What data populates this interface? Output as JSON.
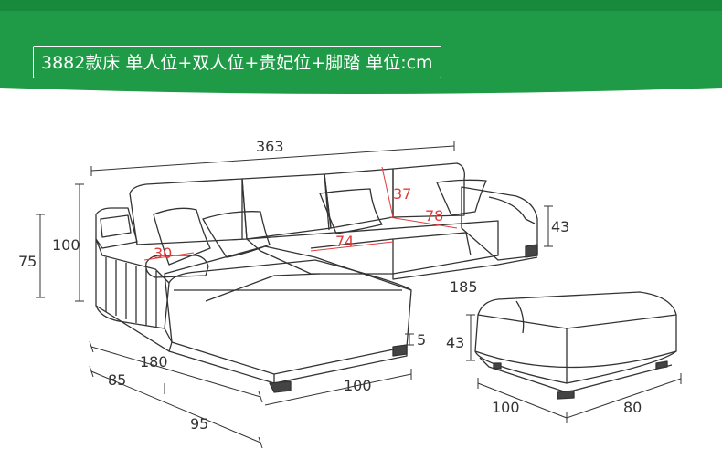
{
  "title": "3882款床 单人位+双人位+贵妃位+脚踏 单位:cm",
  "colors": {
    "banner_green": "#1f9a46",
    "dim_red": "#e23a3a",
    "line": "#333333"
  },
  "dims": {
    "total_width": "363",
    "height_total": "100",
    "height_75": "75",
    "back_37": "37",
    "seat_78": "78",
    "armrest_43": "43",
    "arm_30": "30",
    "seat_74": "74",
    "depth_185": "185",
    "chaise_180": "180",
    "leg_5": "5",
    "chaise_85": "85",
    "bottom_100": "100",
    "bottom_95": "95",
    "ottoman_43": "43",
    "ottoman_100": "100",
    "ottoman_80": "80"
  }
}
